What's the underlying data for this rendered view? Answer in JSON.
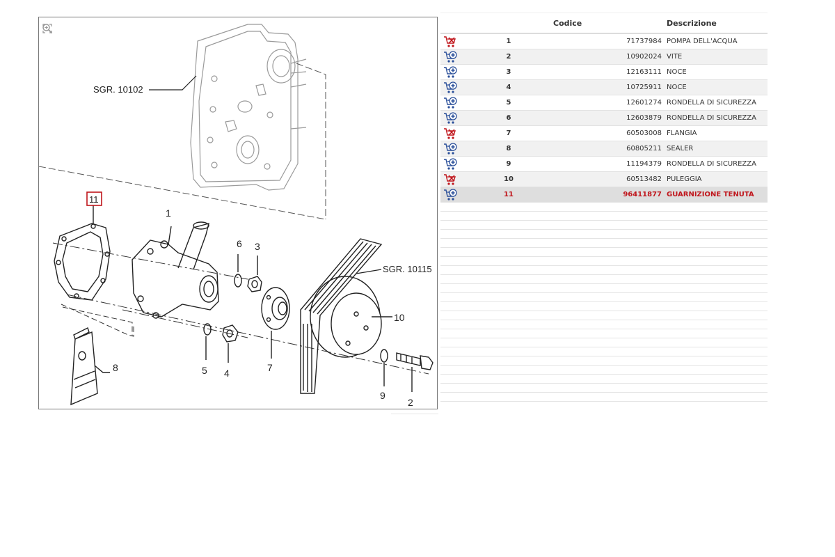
{
  "diagram": {
    "tools": [
      "fit-icon",
      "zoom-in-icon",
      "zoom-out-icon"
    ],
    "callouts": {
      "sgr_top": "SGR. 10102",
      "sgr_right": "SGR. 10115",
      "n1": "1",
      "n2": "2",
      "n3": "3",
      "n4": "4",
      "n5": "5",
      "n6": "6",
      "n7": "7",
      "n8": "8",
      "n9": "9",
      "n10": "10",
      "n11": "11"
    }
  },
  "table": {
    "headers": {
      "number": "",
      "code": "Codice",
      "description": "Descrizione"
    },
    "selected_index": 10,
    "rows": [
      {
        "number": "1",
        "code": "71737984",
        "description": "POMPA DELL'ACQUA",
        "icon": "cart-remove-icon"
      },
      {
        "number": "2",
        "code": "10902024",
        "description": "VITE",
        "icon": "cart-add-icon"
      },
      {
        "number": "3",
        "code": "12163111",
        "description": "NOCE",
        "icon": "cart-add-icon"
      },
      {
        "number": "4",
        "code": "10725911",
        "description": "NOCE",
        "icon": "cart-add-icon"
      },
      {
        "number": "5",
        "code": "12601274",
        "description": "RONDELLA DI SICUREZZA",
        "icon": "cart-add-icon"
      },
      {
        "number": "6",
        "code": "12603879",
        "description": "RONDELLA DI SICUREZZA",
        "icon": "cart-add-icon"
      },
      {
        "number": "7",
        "code": "60503008",
        "description": "FLANGIA",
        "icon": "cart-remove-icon"
      },
      {
        "number": "8",
        "code": "60805211",
        "description": "SEALER",
        "icon": "cart-add-icon"
      },
      {
        "number": "9",
        "code": "11194379",
        "description": "RONDELLA DI SICUREZZA",
        "icon": "cart-add-icon"
      },
      {
        "number": "10",
        "code": "60513482",
        "description": "PULEGGIA",
        "icon": "cart-remove-icon"
      },
      {
        "number": "11",
        "code": "96411877",
        "description": "GUARNIZIONE TENUTA",
        "icon": "cart-add-icon"
      }
    ]
  },
  "colors": {
    "selected_text": "#c0161c",
    "cart_add": "#2a4f9a",
    "cart_remove": "#c0161c"
  }
}
